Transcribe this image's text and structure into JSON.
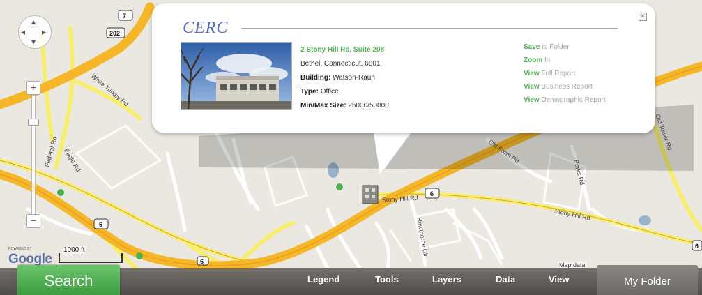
{
  "map": {
    "powered_by": "POWERED BY",
    "google_logo": "Google",
    "scale_label": "1000 ft",
    "credit": "Map data",
    "road_labels": {
      "white_turkey": "White Turkey Rd",
      "federal": "Federal Rd",
      "eagle": "Eagle Rd",
      "stony_hill": "Stony Hill Rd",
      "stony_hill_2": "Stony Hill Rd",
      "old_tower": "Old Tower Rd",
      "old_farm": "Old Farm Rd",
      "hawthorne": "Hawthorne Cir",
      "parks": "Parks Rd"
    },
    "shields": [
      "7",
      "202",
      "6",
      "6",
      "6",
      "6"
    ]
  },
  "popup": {
    "logo": "CERC",
    "close": "✕",
    "address_line1": "2 Stony Hill Rd, Suite 208",
    "address_line2": "Bethel, Connecticut, 6801",
    "building_label": "Building:",
    "building_value": "Watson-Rauh",
    "type_label": "Type:",
    "type_value": "Office",
    "size_label": "Min/Max Size:",
    "size_value": "25000/50000",
    "actions": [
      {
        "verb": "Save",
        "rest": "to Folder"
      },
      {
        "verb": "Zoom",
        "rest": "In"
      },
      {
        "verb": "View",
        "rest": "Full Report"
      },
      {
        "verb": "View",
        "rest": "Business Report"
      },
      {
        "verb": "View",
        "rest": "Demographic Report"
      }
    ]
  },
  "toolbar": {
    "search": "Search",
    "legend": "Legend",
    "tools": "Tools",
    "layers": "Layers",
    "data": "Data",
    "view": "View",
    "my_folder": "My Folder"
  },
  "colors": {
    "accent_green": "#4caf50",
    "road_major": "#f5b629",
    "road_minor": "#f7ee6e",
    "logo_blue": "#5670b8"
  }
}
